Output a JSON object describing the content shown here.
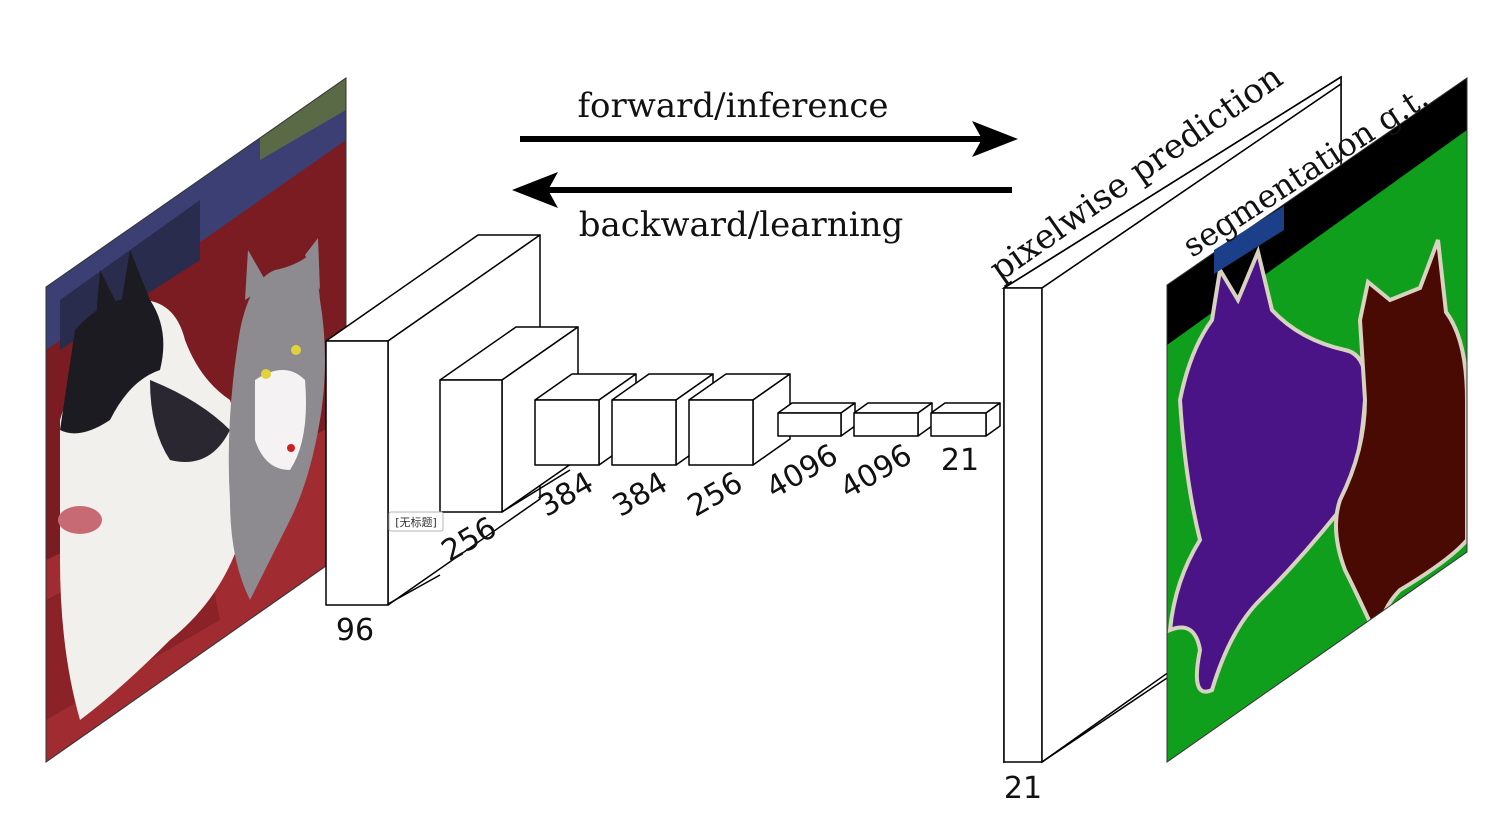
{
  "diagram": {
    "forward_label": "forward/inference",
    "backward_label": "backward/learning",
    "prediction_label": "pixelwise prediction",
    "gt_label": "segmentation g.t.",
    "tooltip_text": "[无标题]",
    "layers": [
      {
        "id": "conv1",
        "label": "96"
      },
      {
        "id": "conv2",
        "label": "256"
      },
      {
        "id": "conv3",
        "label": "384"
      },
      {
        "id": "conv4",
        "label": "384"
      },
      {
        "id": "conv5",
        "label": "256"
      },
      {
        "id": "fc6",
        "label": "4096"
      },
      {
        "id": "fc7",
        "label": "4096"
      },
      {
        "id": "score",
        "label": "21"
      }
    ],
    "output_label": "21"
  },
  "colors": {
    "input_background": "#7a1c22",
    "input_sky": "#3b3f73",
    "gt_background": "#0f9f1c",
    "gt_void": "#000000",
    "gt_dog": "#4a1486",
    "gt_cat": "#4a0a04",
    "gt_boundary": "#d8d2c0",
    "gt_label_box": "#1c3f8a"
  }
}
